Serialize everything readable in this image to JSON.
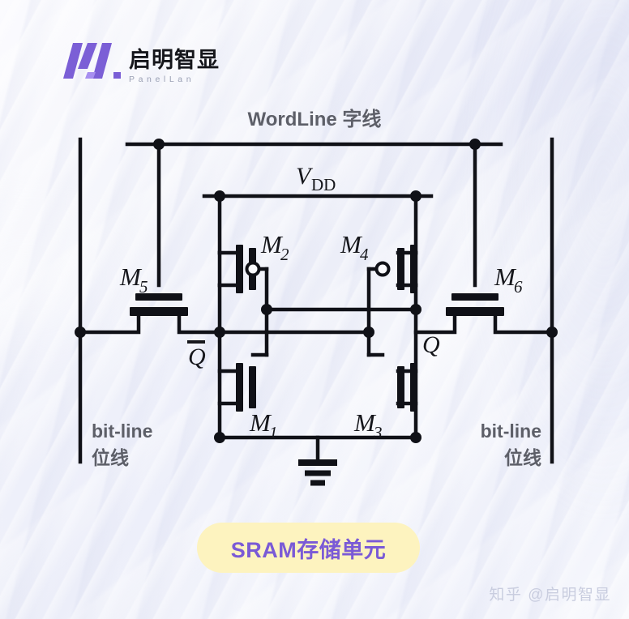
{
  "brand": {
    "logo_icon": "panellan-slash-logo-icon",
    "name_cn": "启明智显",
    "name_en": "PanelLan",
    "accent": "#7b5fd6"
  },
  "diagram": {
    "title_wordline": "WordLine 字线",
    "vdd": {
      "base": "V",
      "sub": "DD"
    },
    "node_qbar": "Q",
    "node_q": "Q",
    "transistors": [
      {
        "id": "M5",
        "base": "M",
        "sub": "5",
        "type": "nmos-pass-horizontal"
      },
      {
        "id": "M6",
        "base": "M",
        "sub": "6",
        "type": "nmos-pass-horizontal"
      },
      {
        "id": "M2",
        "base": "M",
        "sub": "2",
        "type": "pmos"
      },
      {
        "id": "M4",
        "base": "M",
        "sub": "4",
        "type": "pmos"
      },
      {
        "id": "M1",
        "base": "M",
        "sub": "1",
        "type": "nmos"
      },
      {
        "id": "M3",
        "base": "M",
        "sub": "3",
        "type": "nmos"
      }
    ],
    "bitline_left": {
      "en": "bit-line",
      "cn": "位线"
    },
    "bitline_right": {
      "en": "bit-line",
      "cn": "位线"
    },
    "ground_icon": "ground-symbol-icon",
    "wire_color": "#101117",
    "label_gray": "#5d5f68"
  },
  "caption": {
    "text": "SRAM存储单元",
    "bg": "#fdf3bf",
    "fg": "#7a5ad6"
  },
  "watermark": {
    "text": "知乎 @启明智显"
  }
}
